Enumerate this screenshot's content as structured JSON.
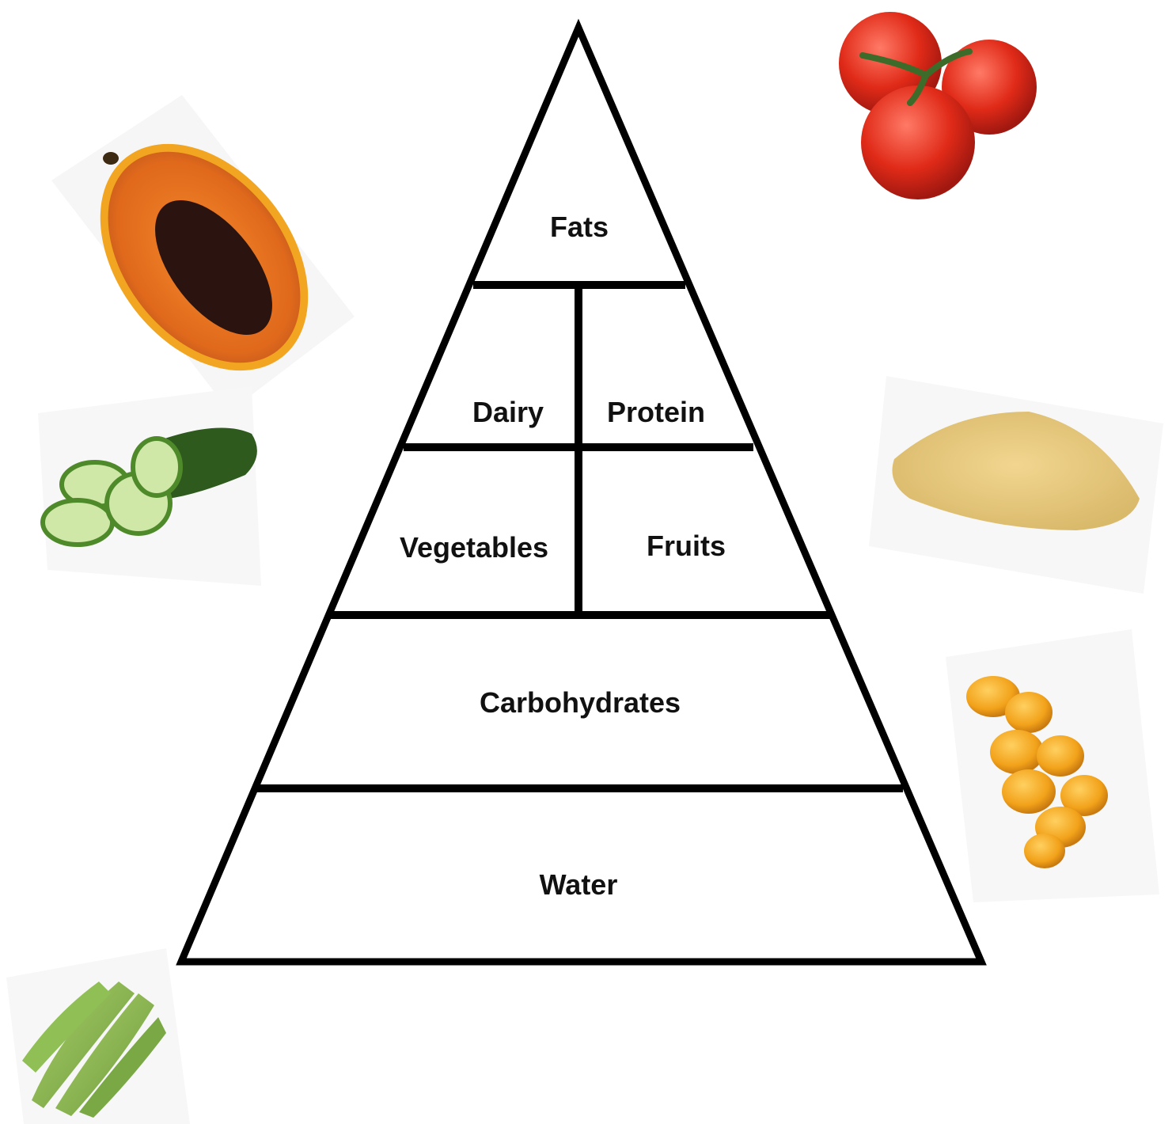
{
  "pyramid": {
    "tiers": {
      "fats": "Fats",
      "dairy": "Dairy",
      "protein": "Protein",
      "vegetables": "Vegetables",
      "fruits": "Fruits",
      "carbohydrates": "Carbohydrates",
      "water": "Water"
    }
  },
  "images": [
    {
      "name": "papaya",
      "icon": "papaya-icon"
    },
    {
      "name": "cucumber",
      "icon": "cucumber-icon"
    },
    {
      "name": "okra",
      "icon": "okra-icon"
    },
    {
      "name": "tomatoes",
      "icon": "tomatoes-icon"
    },
    {
      "name": "millet",
      "icon": "millet-icon"
    },
    {
      "name": "dried-apricots",
      "icon": "dried-apricots-icon"
    }
  ]
}
